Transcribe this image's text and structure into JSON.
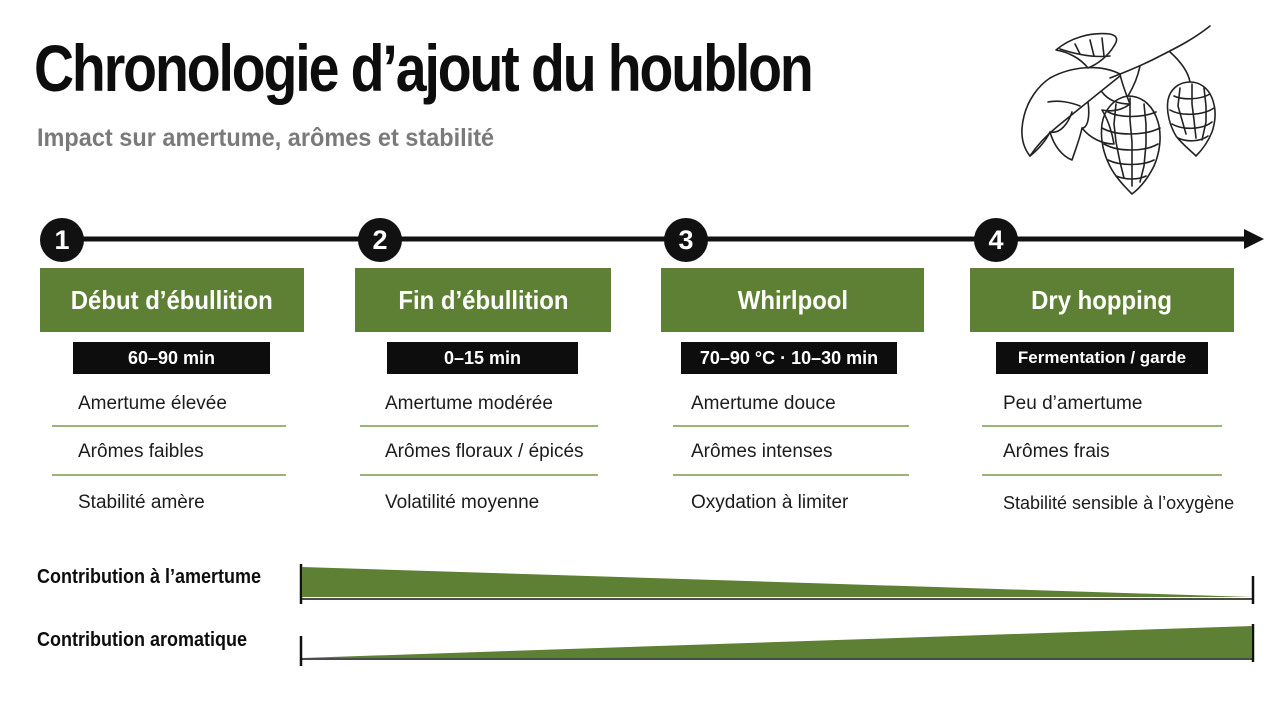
{
  "header": {
    "title": "Chronologie d’ajout du houblon",
    "subtitle": "Impact sur amertume, arômes et stabilité"
  },
  "stages": [
    {
      "number": "1",
      "title": "Début d’ébullition",
      "time": "60–90 min",
      "rows": [
        "Amertume élevée",
        "Arômes faibles",
        "Stabilité amère"
      ]
    },
    {
      "number": "2",
      "title": "Fin d’ébullition",
      "time": "0–15 min",
      "rows": [
        "Amertume modérée",
        "Arômes floraux / épicés",
        "Volatilité moyenne"
      ]
    },
    {
      "number": "3",
      "title": "Whirlpool",
      "time": "70–90 °C · 10–30 min",
      "rows": [
        "Amertume douce",
        "Arômes intenses",
        "Oxydation à limiter"
      ]
    },
    {
      "number": "4",
      "title": "Dry hopping",
      "time": "Fermentation / garde",
      "rows": [
        "Peu d’amertume",
        "Arômes frais",
        "Stabilité sensible à l’oxygène"
      ]
    }
  ],
  "contributions": {
    "bitterness_label": "Contribution à l’amertume",
    "aroma_label": "Contribution aromatique",
    "bitterness_trend": "decreasing",
    "aroma_trend": "increasing"
  },
  "colors": {
    "accent_green": "#5e8034",
    "dark": "#0d0d0d",
    "subtitle_gray": "#7a7a7a",
    "divider_green": "#9bb27a"
  },
  "icons": {
    "illustration": "hop-cone-illustration"
  }
}
